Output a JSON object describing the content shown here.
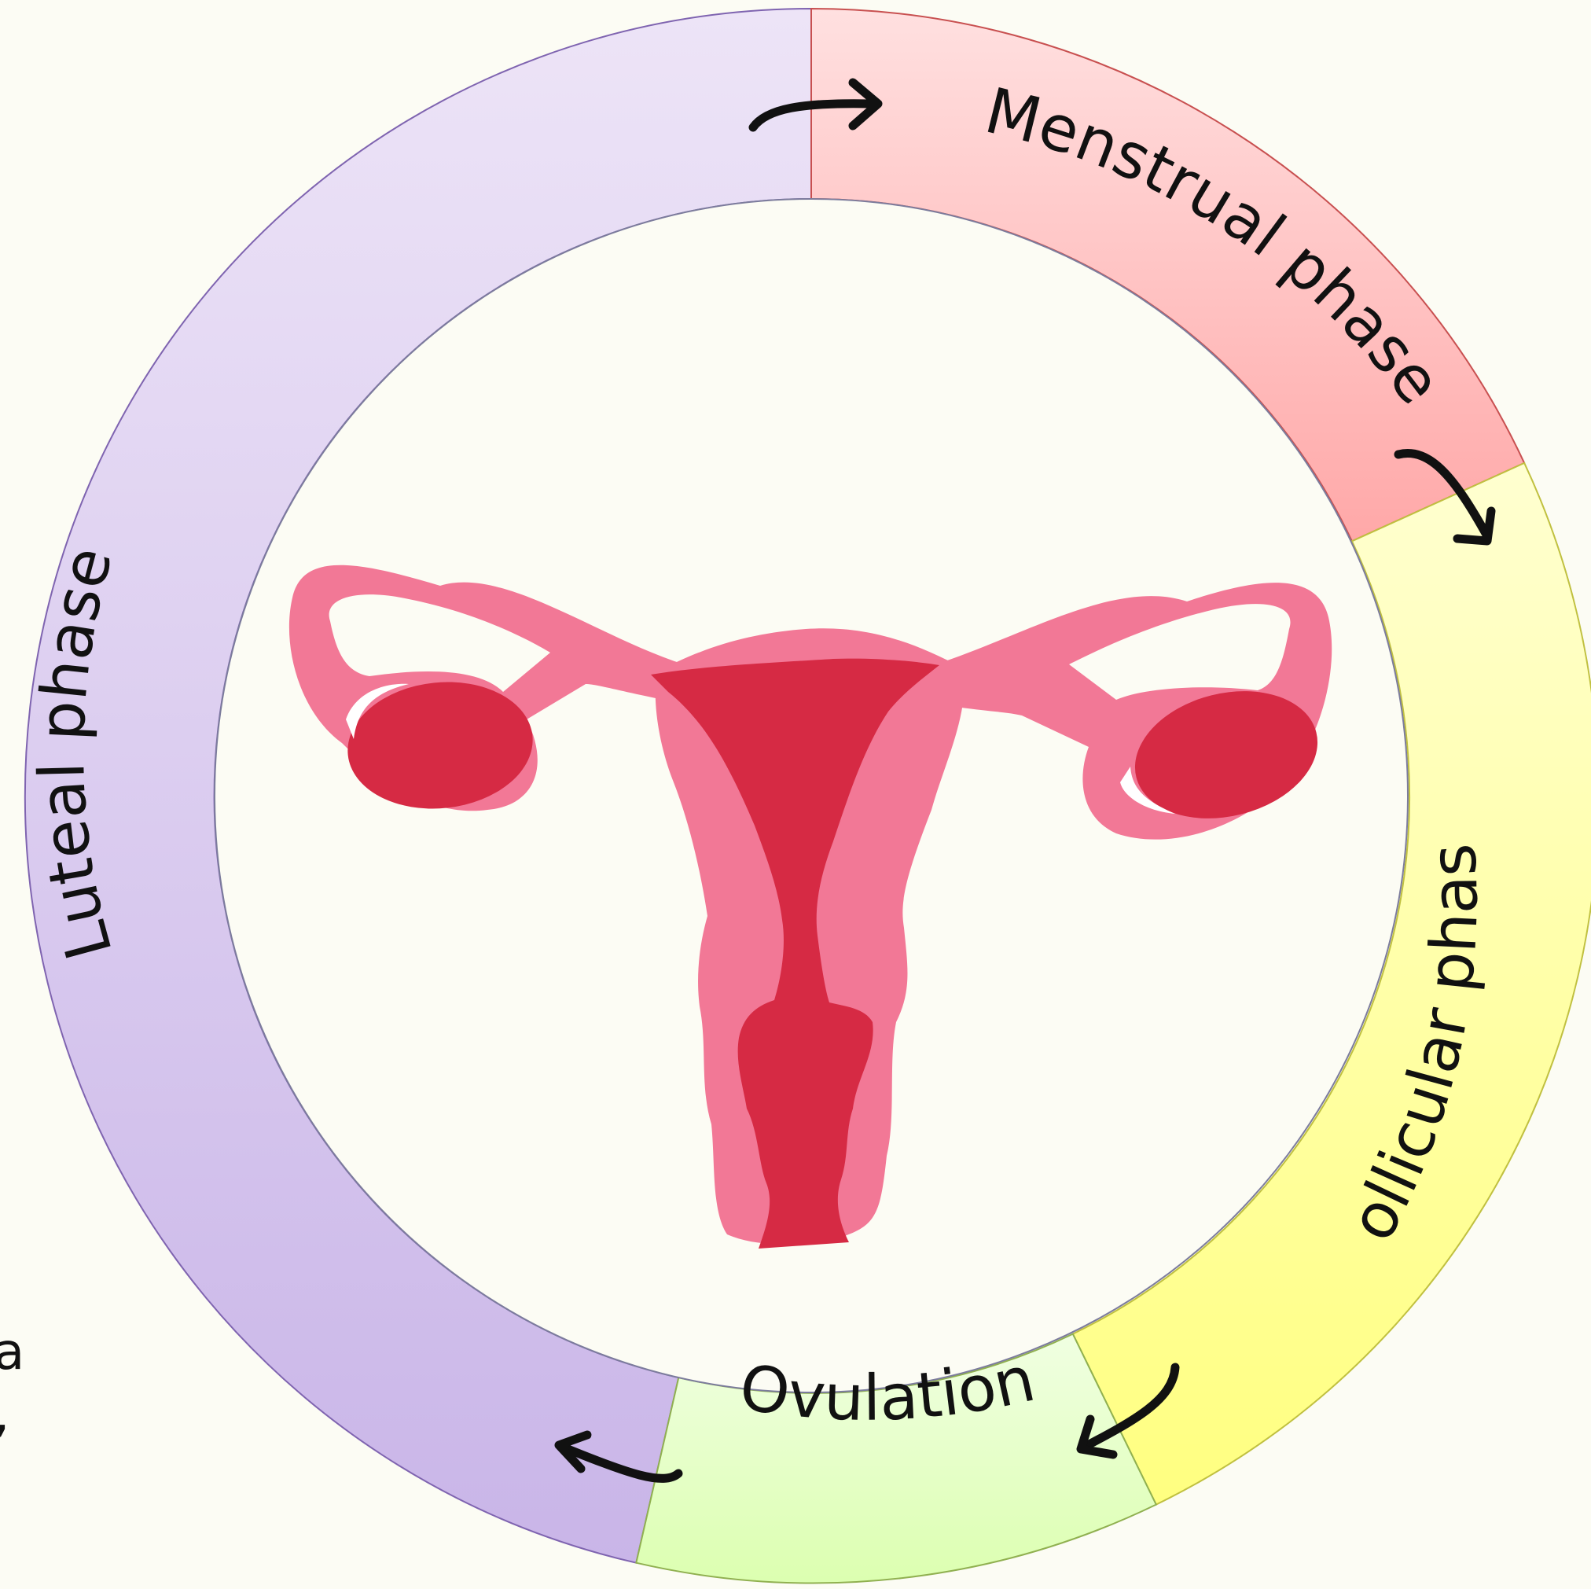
{
  "diagram": {
    "phases": [
      {
        "id": "menstrual",
        "label": "Menstrual phase",
        "color": "#ffc6c6"
      },
      {
        "id": "follicular",
        "label": "Follicular phase",
        "color": "#ffff9e"
      },
      {
        "id": "ovulation",
        "label": "Ovulation",
        "color": "#e3ffc0"
      },
      {
        "id": "luteal",
        "label": "Luteal phase",
        "color": "#d6c6ee"
      }
    ],
    "colors": {
      "background": "#fcfcf4",
      "uterus_outer": "#f27896",
      "uterus_inner": "#d62a44",
      "arrow": "#111111"
    },
    "edge_fragments": [
      "a",
      ","
    ]
  }
}
